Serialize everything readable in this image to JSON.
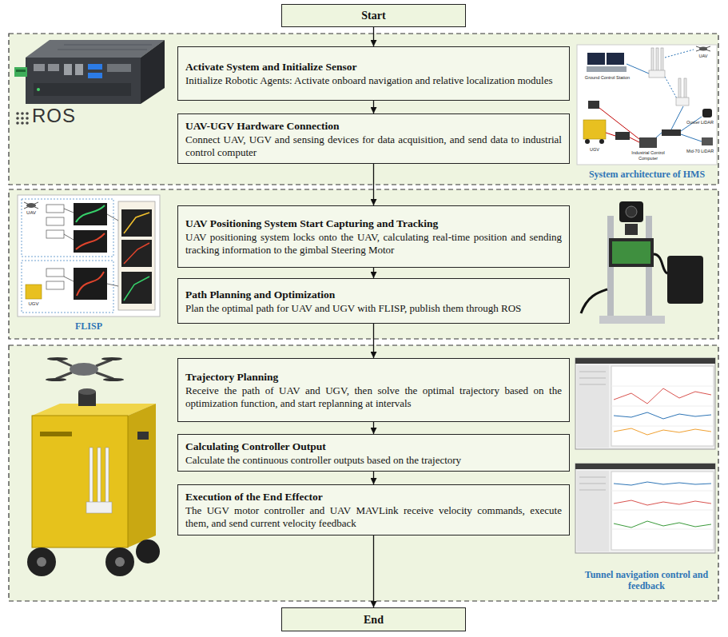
{
  "diagram": {
    "nodes": [
      {
        "text": [
          "Start"
        ]
      },
      {
        "text": [
          "Activate System and Initialize Sensor",
          "Initialize Robotic Agents: Activate onboard navigation and relative localization modules"
        ]
      },
      {
        "text": [
          "UAV-UGV Hardware Connection",
          "Connect UAV, UGV and sensing devices for data acquisition, and send data to industrial control computer"
        ]
      },
      {
        "text": [
          "UAV Positioning System Start Capturing and Tracking",
          "UAV positioning system locks onto the UAV, calculating real-time position and sending tracking information to the gimbal Steering Motor"
        ]
      },
      {
        "text": [
          "Path Planning and Optimization",
          "Plan the optimal path for UAV and UGV with FLISP, publish them through ROS"
        ]
      },
      {
        "text": [
          "Trajectory Planning",
          "Receive the path of UAV and UGV, then solve the optimal trajectory based on the optimization function, and start replanning at intervals"
        ]
      },
      {
        "text": [
          "Calculating Controller Output",
          "Calculate the continuous controller outputs based on the trajectory"
        ]
      },
      {
        "text": [
          "Execution of the End Effector",
          "The UGV motor controller and UAV MAVLink receive velocity commands, execute them, and send current velocity feedback"
        ]
      },
      {
        "text": [
          "End"
        ]
      }
    ],
    "edges": [
      {
        "from": 0,
        "to": 1,
        "arrow": "to"
      },
      {
        "from": 1,
        "to": 2,
        "arrow": "to"
      },
      {
        "from": 2,
        "to": 3,
        "arrow": "to"
      },
      {
        "from": 3,
        "to": 4,
        "arrow": "to"
      },
      {
        "from": 4,
        "to": 5,
        "arrow": "to"
      },
      {
        "from": 5,
        "to": 6,
        "arrow": "to"
      },
      {
        "from": 6,
        "to": 7,
        "arrow": "to"
      },
      {
        "from": 7,
        "to": 8,
        "arrow": "to"
      }
    ],
    "labels": [
      "ROS",
      "Ground Control Station",
      "UAV",
      "UGV",
      "Industrial Control Computer",
      "Ouster LiDAR",
      "Mid-70 LiDAR",
      "System architecture of HMS",
      "UAV",
      "UGV",
      "FLISP",
      "Tunnel navigation control and feedback"
    ]
  }
}
